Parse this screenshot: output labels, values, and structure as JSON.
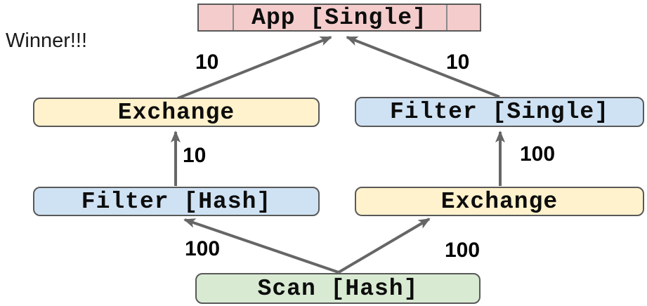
{
  "annotation": {
    "winner": "Winner!!!"
  },
  "diagram": {
    "nodes": [
      {
        "id": "app",
        "label": "App [Single]",
        "color": "#f4cccc"
      },
      {
        "id": "exchange-left",
        "label": "Exchange",
        "color": "#fff2cc"
      },
      {
        "id": "filter-single",
        "label": "Filter [Single]",
        "color": "#cfe2f3"
      },
      {
        "id": "filter-hash",
        "label": "Filter [Hash]",
        "color": "#cfe2f3"
      },
      {
        "id": "exchange-right",
        "label": "Exchange",
        "color": "#fff2cc"
      },
      {
        "id": "scan",
        "label": "Scan [Hash]",
        "color": "#d9ead3"
      }
    ],
    "edges": [
      {
        "from": "exchange-left",
        "to": "app",
        "label": "10"
      },
      {
        "from": "filter-single",
        "to": "app",
        "label": "10"
      },
      {
        "from": "filter-hash",
        "to": "exchange-left",
        "label": "10"
      },
      {
        "from": "exchange-right",
        "to": "filter-single",
        "label": "100"
      },
      {
        "from": "scan",
        "to": "filter-hash",
        "label": "100"
      },
      {
        "from": "scan",
        "to": "exchange-right",
        "label": "100"
      }
    ],
    "arrow_color": "#666666",
    "border_color": "#595959"
  }
}
